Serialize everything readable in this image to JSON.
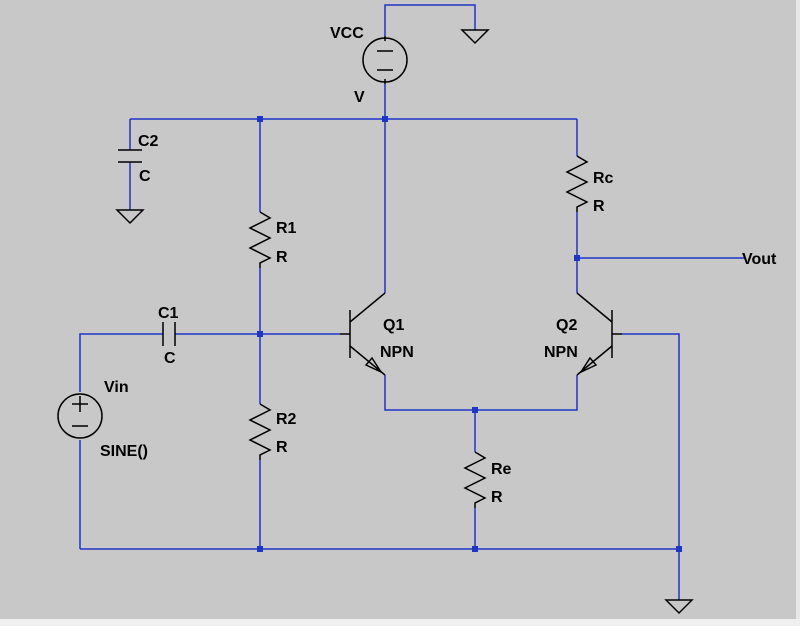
{
  "colors": {
    "background": "#c8c8c8",
    "wire": "#1f35c8",
    "component": "#000000",
    "junction": "#1f35c8",
    "label": "#000000"
  },
  "components": {
    "vcc": {
      "name": "VCC",
      "value": "V"
    },
    "c2": {
      "name": "C2",
      "value": "C"
    },
    "r1": {
      "name": "R1",
      "value": "R"
    },
    "c1": {
      "name": "C1",
      "value": "C"
    },
    "vin": {
      "name": "Vin",
      "value": "SINE()"
    },
    "r2": {
      "name": "R2",
      "value": "R"
    },
    "q1": {
      "name": "Q1",
      "value": "NPN"
    },
    "q2": {
      "name": "Q2",
      "value": "NPN"
    },
    "rc": {
      "name": "Rc",
      "value": "R"
    },
    "re": {
      "name": "Re",
      "value": "R"
    }
  },
  "nets": {
    "vout": "Vout"
  }
}
